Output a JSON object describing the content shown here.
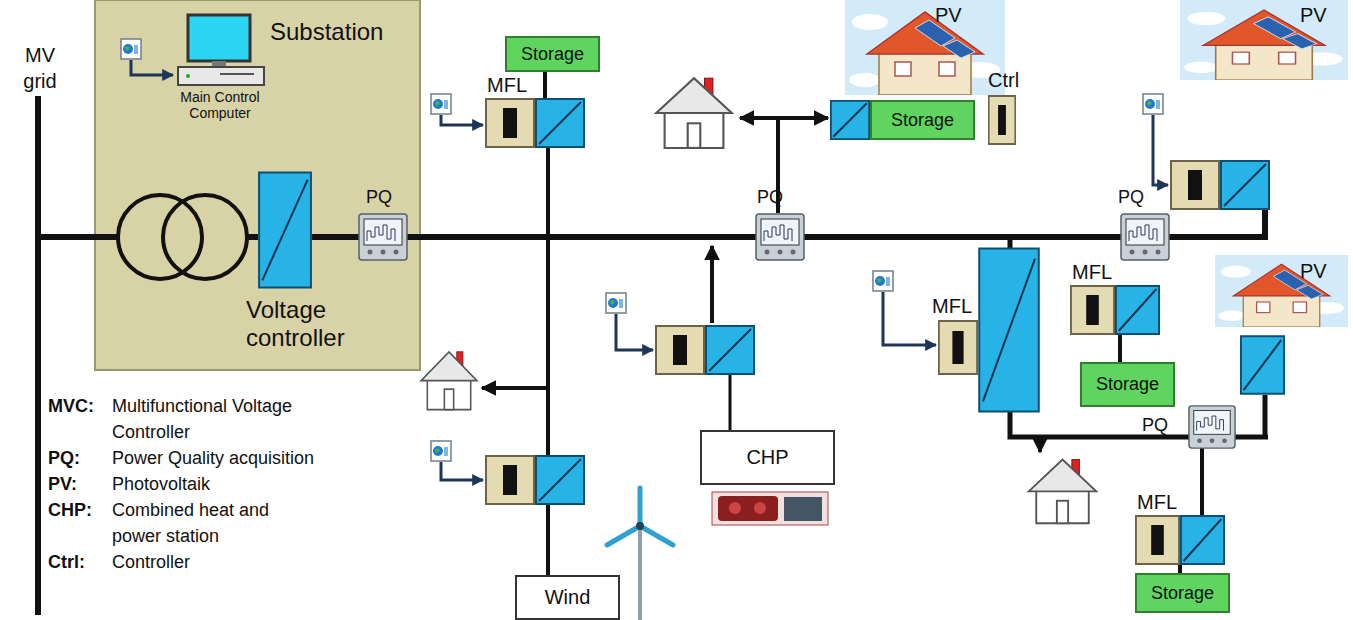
{
  "diagram": {
    "nodes": [
      {
        "text": [
          "Substation"
        ]
      },
      {
        "text": [
          "Main Control Computer"
        ],
        "in": 0
      },
      {
        "text": [
          "Voltage controller"
        ],
        "in": 0
      },
      {
        "text": [
          "PQ"
        ]
      },
      {
        "text": [
          "MFL"
        ]
      },
      {
        "text": [
          "Storage"
        ]
      },
      {
        "text": [
          "PQ"
        ]
      },
      {
        "text": [
          "Storage"
        ]
      },
      {
        "text": [
          "Ctrl"
        ]
      },
      {
        "text": [
          "CHP"
        ]
      },
      {
        "text": [
          "Wind"
        ]
      },
      {
        "text": [
          "PQ"
        ]
      },
      {
        "text": [
          "MFL"
        ]
      },
      {
        "text": [
          "MFL"
        ]
      },
      {
        "text": [
          "Storage"
        ]
      },
      {
        "text": [
          "PQ"
        ]
      },
      {
        "text": [
          "MFL"
        ]
      },
      {
        "text": [
          "Storage"
        ]
      }
    ],
    "edges": [
      {
        "from": 5,
        "to": 4,
        "arrow": "none"
      },
      {
        "from": 13,
        "to": 14,
        "arrow": "none"
      },
      {
        "from": 16,
        "to": 17,
        "arrow": "none"
      }
    ],
    "labels": [
      "MV grid",
      "PV",
      "PV",
      "PV",
      "MVC:",
      "Multifunctional Voltage Controller",
      "PQ:",
      "Power Quality acquisition",
      "PV:",
      "Photovoltaik",
      "CHP:",
      "Combined heat and power station",
      "Ctrl:",
      "Controller"
    ]
  }
}
